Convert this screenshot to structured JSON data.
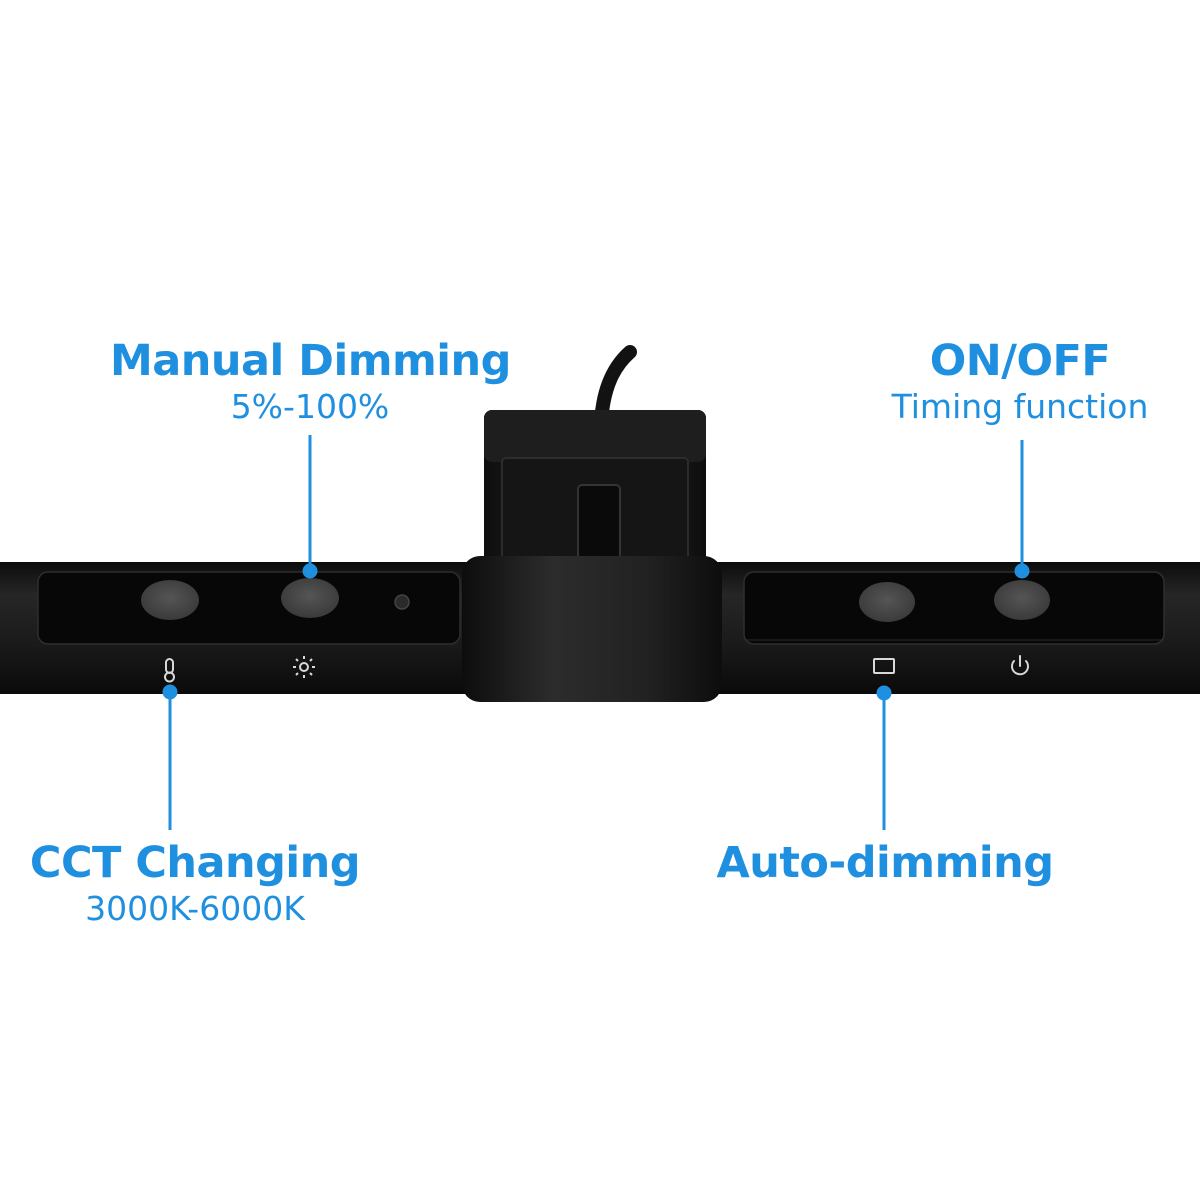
{
  "image": {
    "background_color": "#ffffff",
    "accent_color": "#1f8fdf",
    "bar_color": "#1a1a1a"
  },
  "callouts": {
    "manual_dimming": {
      "title": "Manual Dimming",
      "subtitle": "5%-100%",
      "icon": "sun-icon"
    },
    "on_off": {
      "title": "ON/OFF",
      "subtitle": "Timing function",
      "icon": "power-icon"
    },
    "cct_changing": {
      "title": "CCT Changing",
      "subtitle": "3000K-6000K",
      "icon": "thermometer-icon"
    },
    "auto_dimming": {
      "title": "Auto-dimming",
      "icon": "monitor-icon"
    }
  }
}
